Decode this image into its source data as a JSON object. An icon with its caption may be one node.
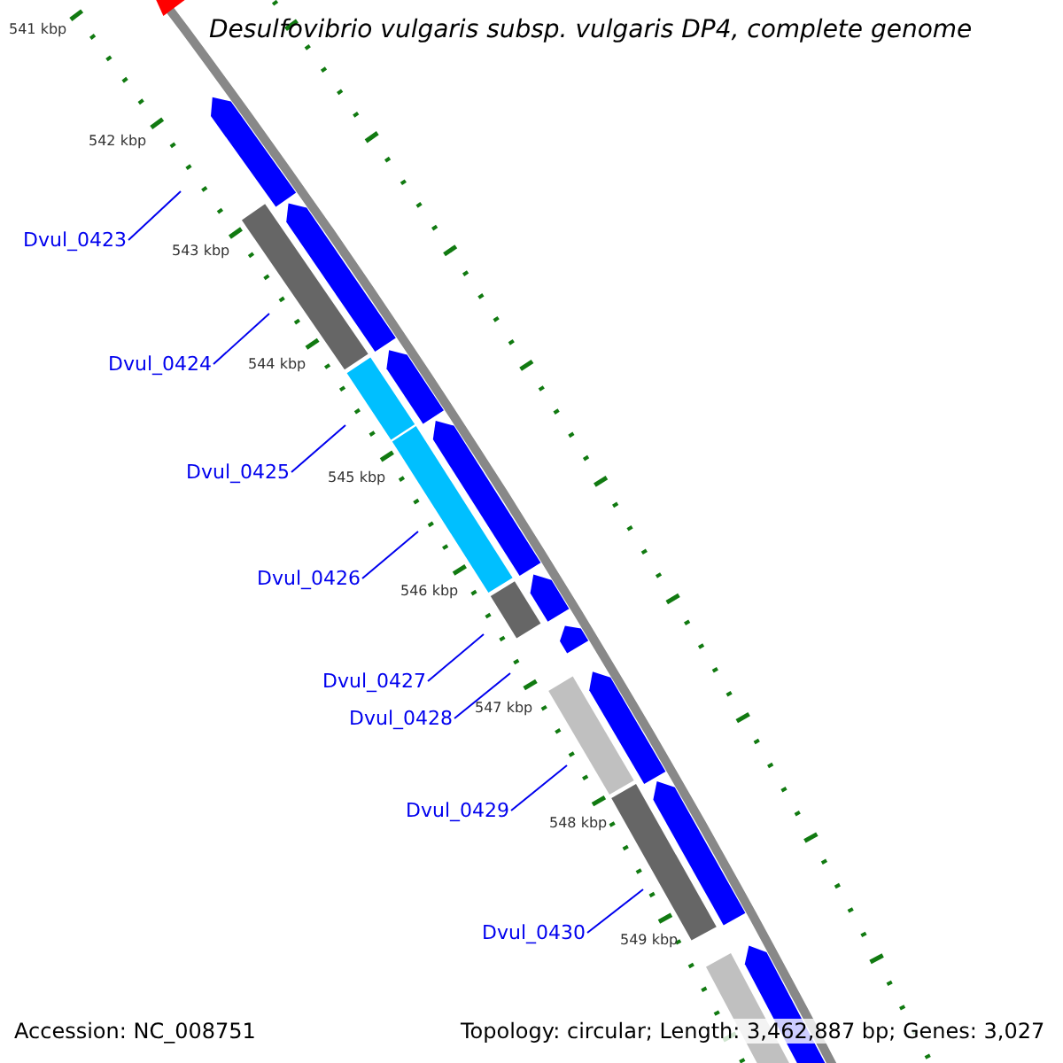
{
  "diagram": {
    "title": "Desulfovibrio vulgaris subsp. vulgaris DP4, complete genome",
    "nodes": [
      {
        "text": [
          "Dvul_0423"
        ]
      },
      {
        "text": [
          "Dvul_0424"
        ]
      },
      {
        "text": [
          "Dvul_0425"
        ]
      },
      {
        "text": [
          "Dvul_0426"
        ]
      },
      {
        "text": [
          "Dvul_0427"
        ]
      },
      {
        "text": [
          "Dvul_0428"
        ]
      },
      {
        "text": [
          "Dvul_0429"
        ]
      },
      {
        "text": [
          "Dvul_0430"
        ]
      }
    ],
    "edges": [
      {
        "from": 0,
        "to": null,
        "arrow": "none"
      },
      {
        "from": 1,
        "to": null,
        "arrow": "none"
      },
      {
        "from": 2,
        "to": null,
        "arrow": "none"
      },
      {
        "from": 3,
        "to": null,
        "arrow": "none"
      },
      {
        "from": 4,
        "to": null,
        "arrow": "none"
      },
      {
        "from": 5,
        "to": null,
        "arrow": "none"
      },
      {
        "from": 6,
        "to": null,
        "arrow": "none"
      },
      {
        "from": 7,
        "to": null,
        "arrow": "none"
      }
    ],
    "labels": [
      "541 kbp",
      "542 kbp",
      "543 kbp",
      "544 kbp",
      "545 kbp",
      "546 kbp",
      "547 kbp",
      "548 kbp",
      "549 kbp",
      "Accession: NC_008751",
      "Topology: circular; Length: 3,462,887 bp; Genes: 3,027"
    ]
  }
}
